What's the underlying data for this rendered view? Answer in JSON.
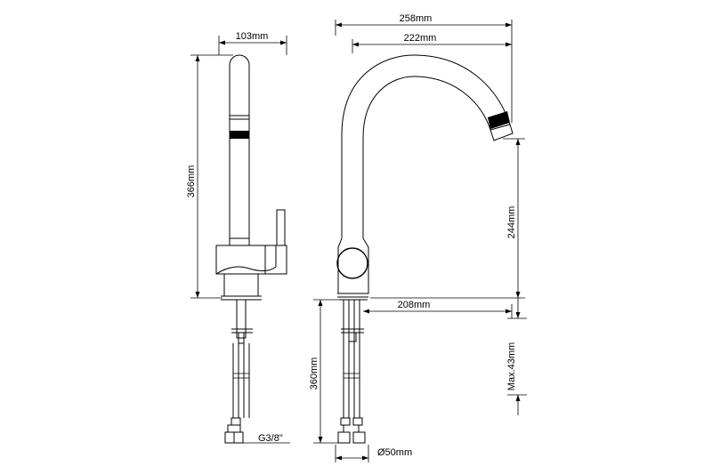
{
  "dimensions": {
    "side_top_width": "103mm",
    "side_total_height": "366mm",
    "side_thread": "G3/8\"",
    "front_total_width": "258mm",
    "front_spout_width": "222mm",
    "front_spout_height": "244mm",
    "front_reach_to_base": "208mm",
    "front_deck_thickness": "Max.43mm",
    "front_shank_length": "360mm",
    "front_base_diameter": "Ø50mm"
  }
}
